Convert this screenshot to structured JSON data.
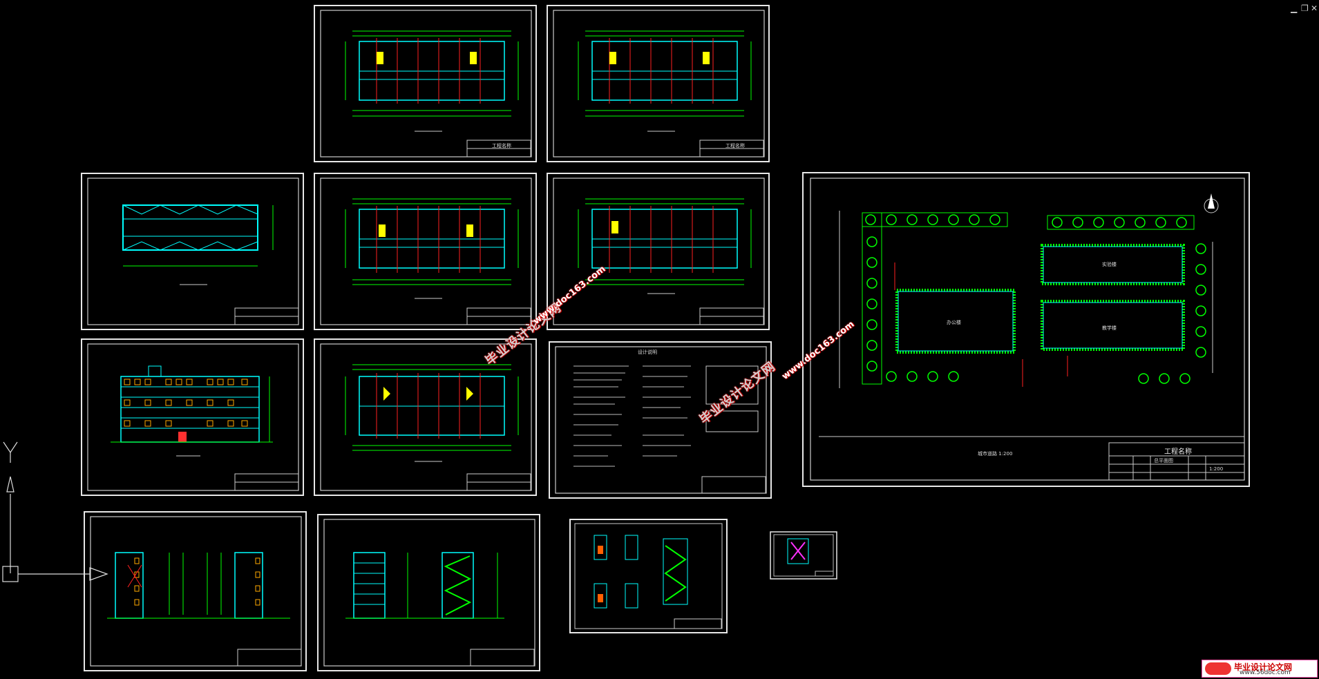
{
  "window": {
    "minimize_label": "▁",
    "restore_label": "❐",
    "close_label": "✕"
  },
  "watermarks": {
    "site_cn": "毕业设计论文网",
    "site_url": "www.doc163.com",
    "footer_cn": "毕业设计论文网",
    "footer_url": "www.56doc.com"
  },
  "site_plan": {
    "title_block_name": "工程名称",
    "drawing_name": "总平面图",
    "road_label": "城市道路 1:200",
    "scale_label": "1:200",
    "building_a_label": "办公楼",
    "building_b_label": "实验楼",
    "building_c_label": "教学楼"
  },
  "sheet_titles": {
    "plan": "工程名称",
    "notes_title": "设计说明"
  },
  "colors": {
    "background": "#000000",
    "axis": "#00ff00",
    "wall": "#00ffff",
    "dim_red": "#ff2020",
    "yellow": "#ffff00",
    "frame": "#e8e8e8"
  },
  "icons": {
    "ucs": "ucs-axis-icon",
    "compass": "north-arrow-icon",
    "logo": "site-logo-icon"
  }
}
